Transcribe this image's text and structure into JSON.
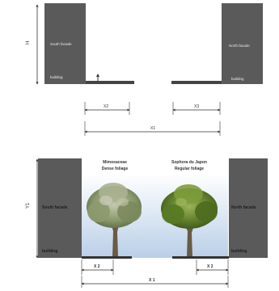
{
  "top_section": {
    "height_label": "H",
    "left_facade_label": "South facade",
    "right_facade_label": "North facade",
    "left_building_label": "building",
    "right_building_label": "building",
    "dim_x2_left": "X2",
    "dim_x2_right": "X3",
    "dim_total": "X1"
  },
  "bottom_section": {
    "height_label": "Y1",
    "left_facade_label": "South facade",
    "right_facade_label": "North facade",
    "left_building_label": "building",
    "right_building_label": "building",
    "tree_left_title_line1": "Mimosaceae",
    "tree_left_title_line2": "Dense foliage",
    "tree_right_title_line1": "Sophora du Japon",
    "tree_right_title_line2": "Regular foliage",
    "dim_x2_left": "X 2",
    "dim_x2_right": "X 2",
    "dim_total": "X 1"
  },
  "colors": {
    "building_fill": "#5a5a5a",
    "building_dark": "#444444",
    "sky_top": "#ffffff",
    "sky_bottom": "#b9cfe8",
    "ground": "#333333",
    "tree_left_canopy": "#8c9a6e",
    "tree_right_canopy": "#5f7d2a",
    "trunk": "#6b5a44"
  }
}
